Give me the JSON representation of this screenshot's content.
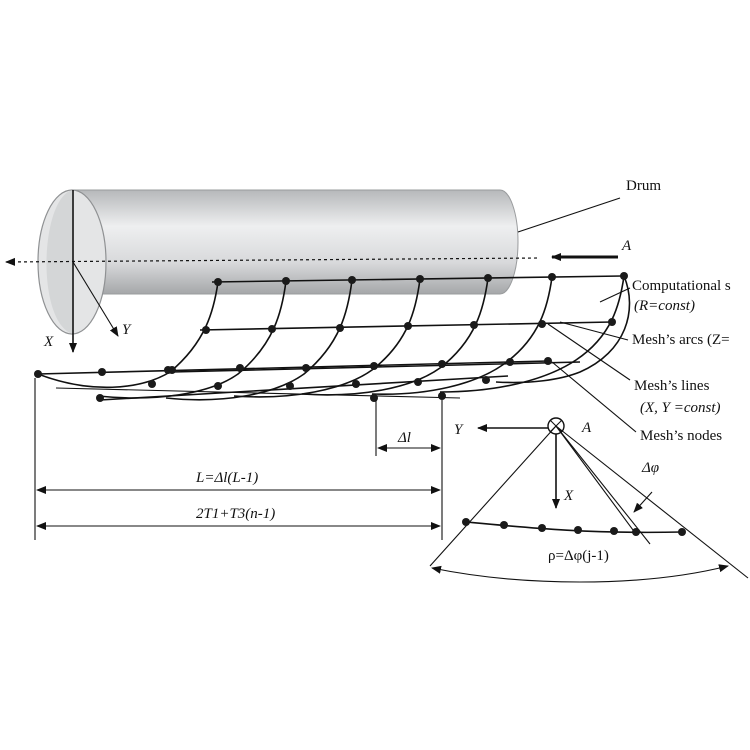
{
  "labels": {
    "drum": "Drum",
    "a_top": "A",
    "a_section": "A",
    "comp_line1": "Computational s",
    "comp_line2": "(R=const)",
    "arcs": "Mesh’s arcs (Z=",
    "lines1": "Mesh’s lines",
    "lines2": "(X, Y =const)",
    "nodes": "Mesh’s nodes",
    "axis_x": "X",
    "axis_y": "Y",
    "section_x": "X",
    "section_y": "Y",
    "delta_l": "Δl",
    "length_formula": "L=Δl(L-1)",
    "total_formula": "2T1+T3(n-1)",
    "delta_phi": "Δφ",
    "rho_formula": "ρ=Δφ(j-1)"
  },
  "colors": {
    "ink": "#111111",
    "drum_dark": "#a9abad",
    "drum_light": "#eeeff0"
  }
}
